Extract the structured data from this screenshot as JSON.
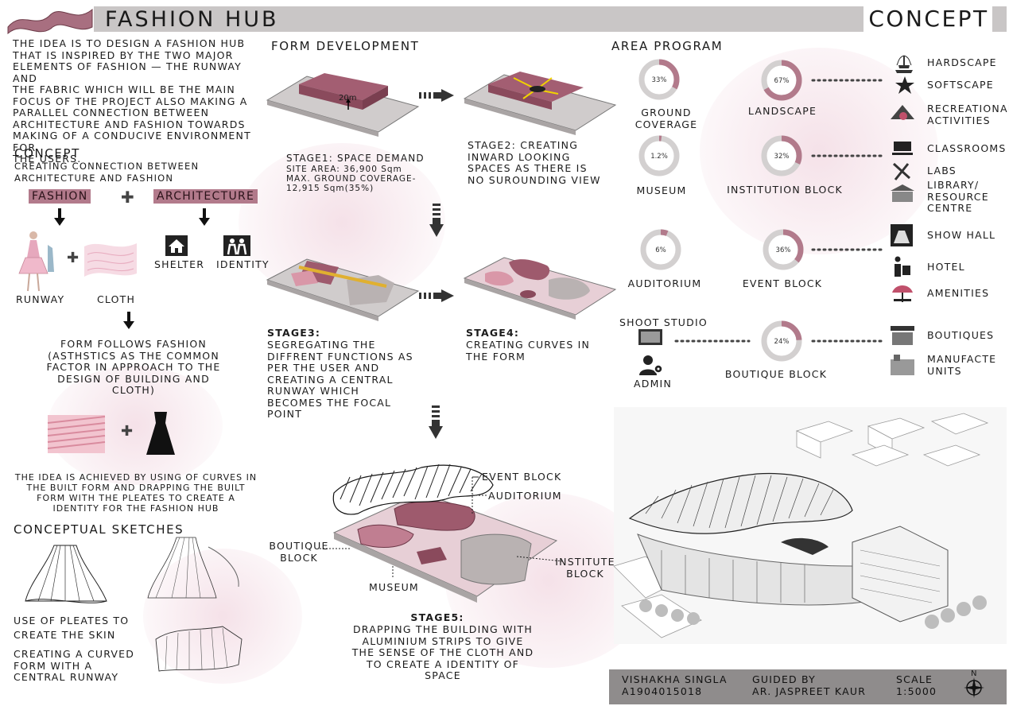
{
  "header": {
    "title": "FASHION HUB",
    "section": "CONCEPT"
  },
  "intro": {
    "lines": [
      "THE IDEA IS TO DESIGN A FASHION HUB",
      "THAT IS INSPIRED BY THE TWO MAJOR",
      "ELEMENTS OF FASHION — THE RUNWAY AND",
      "THE FABRIC WHICH WILL BE THE MAIN",
      "FOCUS OF THE PROJECT ALSO MAKING A",
      "PARALLEL CONNECTION BETWEEN",
      "ARCHITECTURE AND FASHION TOWARDS",
      "MAKING OF A CONDUCIVE ENVIRONMENT FOR",
      "THE USERS."
    ]
  },
  "concept": {
    "heading": "CONCEPT",
    "sub": "CREATING CONNECTION BETWEEN ARCHITECTURE AND FASHION",
    "fashion_tag": "FASHION",
    "architecture_tag": "ARCHITECTURE",
    "runway": "RUNWAY",
    "cloth": "CLOTH",
    "shelter": "SHELTER",
    "identity": "IDENTITY",
    "form_follows": "FORM FOLLOWS FASHION (ASTHSTICS AS THE COMMON FACTOR IN APPROACH TO THE DESIGN OF BUILDING AND CLOTH)",
    "idea_achieved": "THE IDEA IS ACHIEVED BY USING OF CURVES IN THE BUILT FORM AND DRAPPING THE BUILT FORM WITH THE PLEATES TO CREATE A IDENTITY FOR THE FASHION HUB"
  },
  "sketches": {
    "heading": "CONCEPTUAL SKETCHES",
    "caption1": "USE OF PLEATES TO CREATE THE SKIN",
    "caption2": "CREATING A CURVED FORM WITH A CENTRAL RUNWAY"
  },
  "form_development": {
    "heading": "FORM DEVELOPMENT",
    "stage1_title": "STAGE1: SPACE DEMAND",
    "stage1_detail": "SITE AREA: 36,900 Sqm MAX. GROUND COVERAGE- 12,915 Sqm(35%)",
    "stage1_dim": "20m",
    "stage2": "STAGE2: CREATING INWARD LOOKING SPACES AS THERE IS NO SUROUNDING VIEW",
    "stage3_title": "STAGE3:",
    "stage3": "SEGREGATING THE DIFFRENT FUNCTIONS AS PER THE USER AND CREATING A CENTRAL RUNWAY WHICH BECOMES THE FOCAL POINT",
    "stage4_title": "STAGE4:",
    "stage4": "CREATING CURVES IN THE FORM",
    "stage5_title": "STAGE5:",
    "stage5": "DRAPPING THE BUILDING WITH ALUMINIUM STRIPS TO GIVE THE SENSE OF THE CLOTH AND TO CREATE A IDENTITY OF SPACE",
    "labels": {
      "event_block": "EVENT BLOCK",
      "auditorium": "AUDITORIUM",
      "boutique_block": "BOUTIQUE BLOCK",
      "museum": "MUSEUM",
      "institute_block": "INSTITUTE BLOCK"
    }
  },
  "area_program": {
    "heading": "AREA PROGRAM",
    "donuts": [
      {
        "key": "ground",
        "label": "GROUND COVERAGE",
        "value": "33%",
        "pct": 33
      },
      {
        "key": "landscape",
        "label": "LANDSCAPE",
        "value": "67%",
        "pct": 67
      },
      {
        "key": "museum",
        "label": "MUSEUM",
        "value": "1.2%",
        "pct": 1.2
      },
      {
        "key": "institution",
        "label": "INSTITUTION BLOCK",
        "value": "32%",
        "pct": 32
      },
      {
        "key": "auditorium",
        "label": "AUDITORIUM",
        "value": "6%",
        "pct": 6
      },
      {
        "key": "event",
        "label": "EVENT BLOCK",
        "value": "36%",
        "pct": 36
      },
      {
        "key": "boutique",
        "label": "BOUTIQUE BLOCK",
        "value": "24%",
        "pct": 24
      }
    ],
    "shoot_studio": "SHOOT STUDIO",
    "admin": "ADMIN",
    "items": {
      "hardscape": "HARDSCAPE",
      "softscape": "SOFTSCAPE",
      "recreational": "RECREATIONAL ACTIVITIES",
      "classrooms": "CLASSROOMS",
      "labs": "LABS",
      "library": "LIBRARY/ RESOURCE CENTRE",
      "show_hall": "SHOW HALL",
      "hotel": "HOTEL",
      "amenities": "AMENITIES",
      "boutiques": "BOUTIQUES",
      "manufacte": "MANUFACTE UNITS"
    }
  },
  "footer": {
    "name": "VISHAKHA SINGLA",
    "roll": "A1904015018",
    "guided_by": "GUIDED BY",
    "guide": "AR. JASPREET KAUR",
    "scale_label": "SCALE",
    "scale_value": "1:5000",
    "north": "N"
  },
  "colors": {
    "accent": "#b27a8b",
    "block": "#9e5a6d",
    "grey_block": "#b9b2b2",
    "footer": "#8f8c8c",
    "header_bar": "#c9c6c6"
  }
}
